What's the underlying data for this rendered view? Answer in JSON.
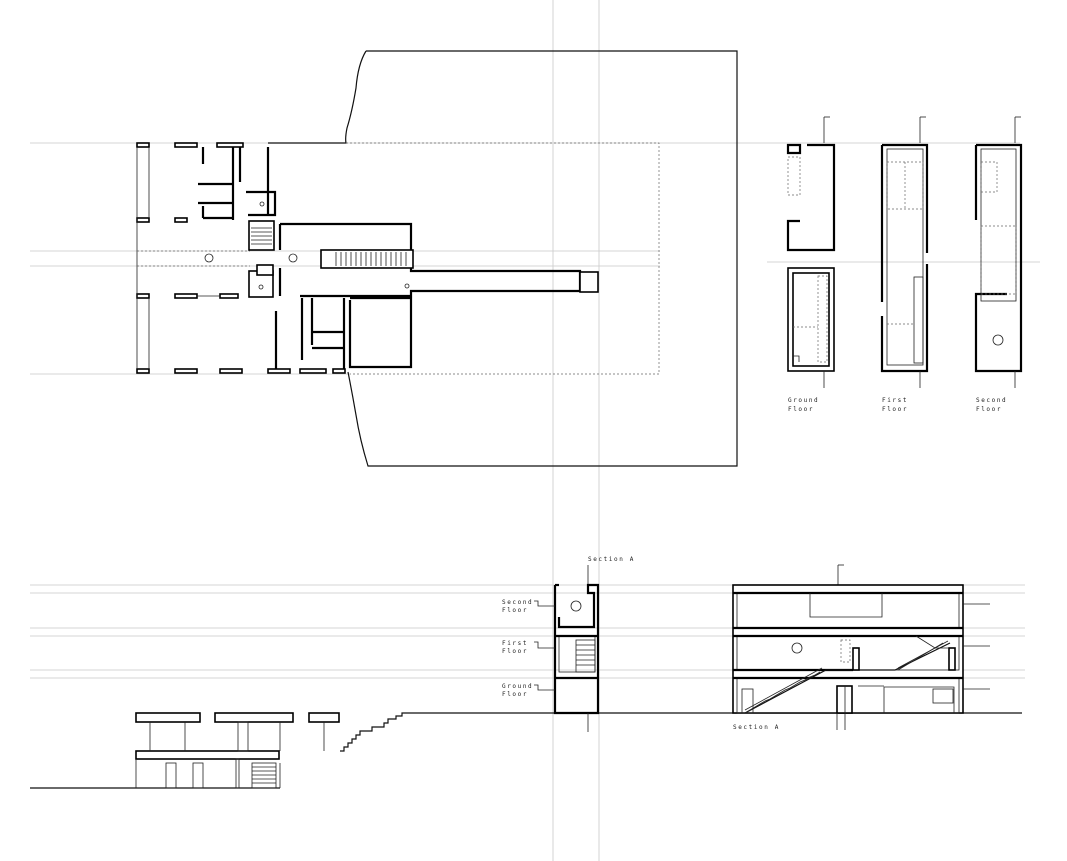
{
  "plan_labels": {
    "ground": [
      "Ground",
      "Floor"
    ],
    "first": [
      "First",
      "Floor"
    ],
    "second": [
      "Second",
      "Floor"
    ]
  },
  "section_labels": {
    "title_top": "Section A",
    "title_bottom": "Section A",
    "second": [
      "Second",
      "Floor"
    ],
    "first": [
      "First",
      "Floor"
    ],
    "ground": [
      "Ground",
      "Floor"
    ]
  }
}
